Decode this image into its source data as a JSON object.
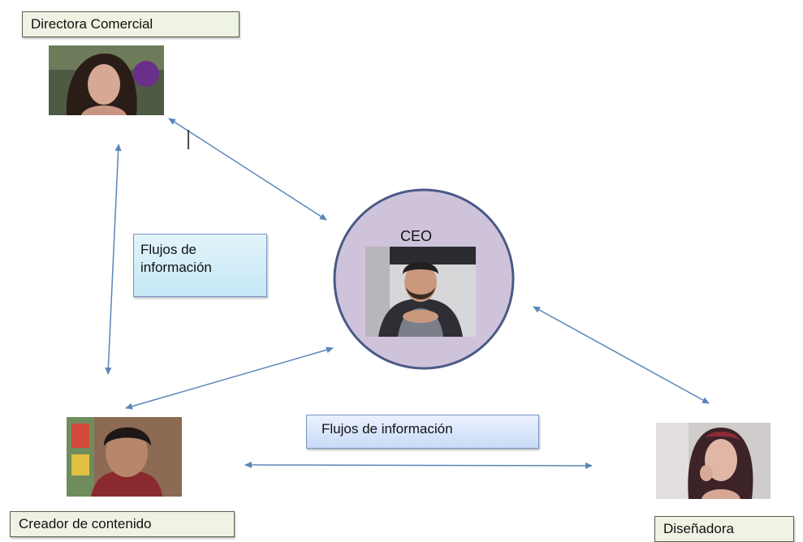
{
  "roles": {
    "directora": "Directora Comercial",
    "creador": "Creador de contenido",
    "disenadora": "Diseñadora",
    "ceo": "CEO"
  },
  "flows": {
    "left_label": "Flujos de\ninformación",
    "bottom_label": "Flujos de información"
  },
  "colors": {
    "ceo_circle_fill": "#cfc3dc",
    "ceo_circle_stroke": "#4a5a86",
    "arrow": "#5b86b8",
    "role_box_fill": "#eef3e3",
    "flow_box_fill": "#d6ecf6"
  }
}
